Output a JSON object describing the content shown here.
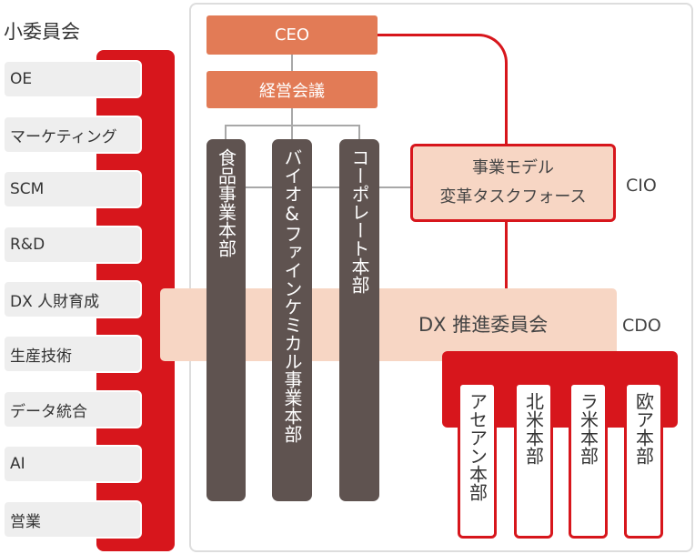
{
  "subcommittee": {
    "title": "小委員会",
    "items": [
      "OE",
      "マーケティング",
      "SCM",
      "R&D",
      "DX 人財育成",
      "生産技術",
      "データ統合",
      "AI",
      "営業"
    ]
  },
  "ceo": "CEO",
  "management_meeting": "経営会議",
  "divisions": [
    "食品事業本部",
    "バイオ&ファインケミカル事業本部",
    "コーポレート本部"
  ],
  "task_force": {
    "line1": "事業モデル",
    "line2": "変革タスクフォース",
    "role": "CIO"
  },
  "dx_committee": {
    "label": "DX 推進委員会",
    "role": "CDO"
  },
  "regions": [
    "アセアン本部",
    "北米本部",
    "ラ米本部",
    "欧ア本部"
  ],
  "colors": {
    "red": "#d7161c",
    "orange": "#e27b56",
    "peach": "#f7d6c4",
    "dark": "#5f5350",
    "grey_item": "#eeeeee"
  }
}
